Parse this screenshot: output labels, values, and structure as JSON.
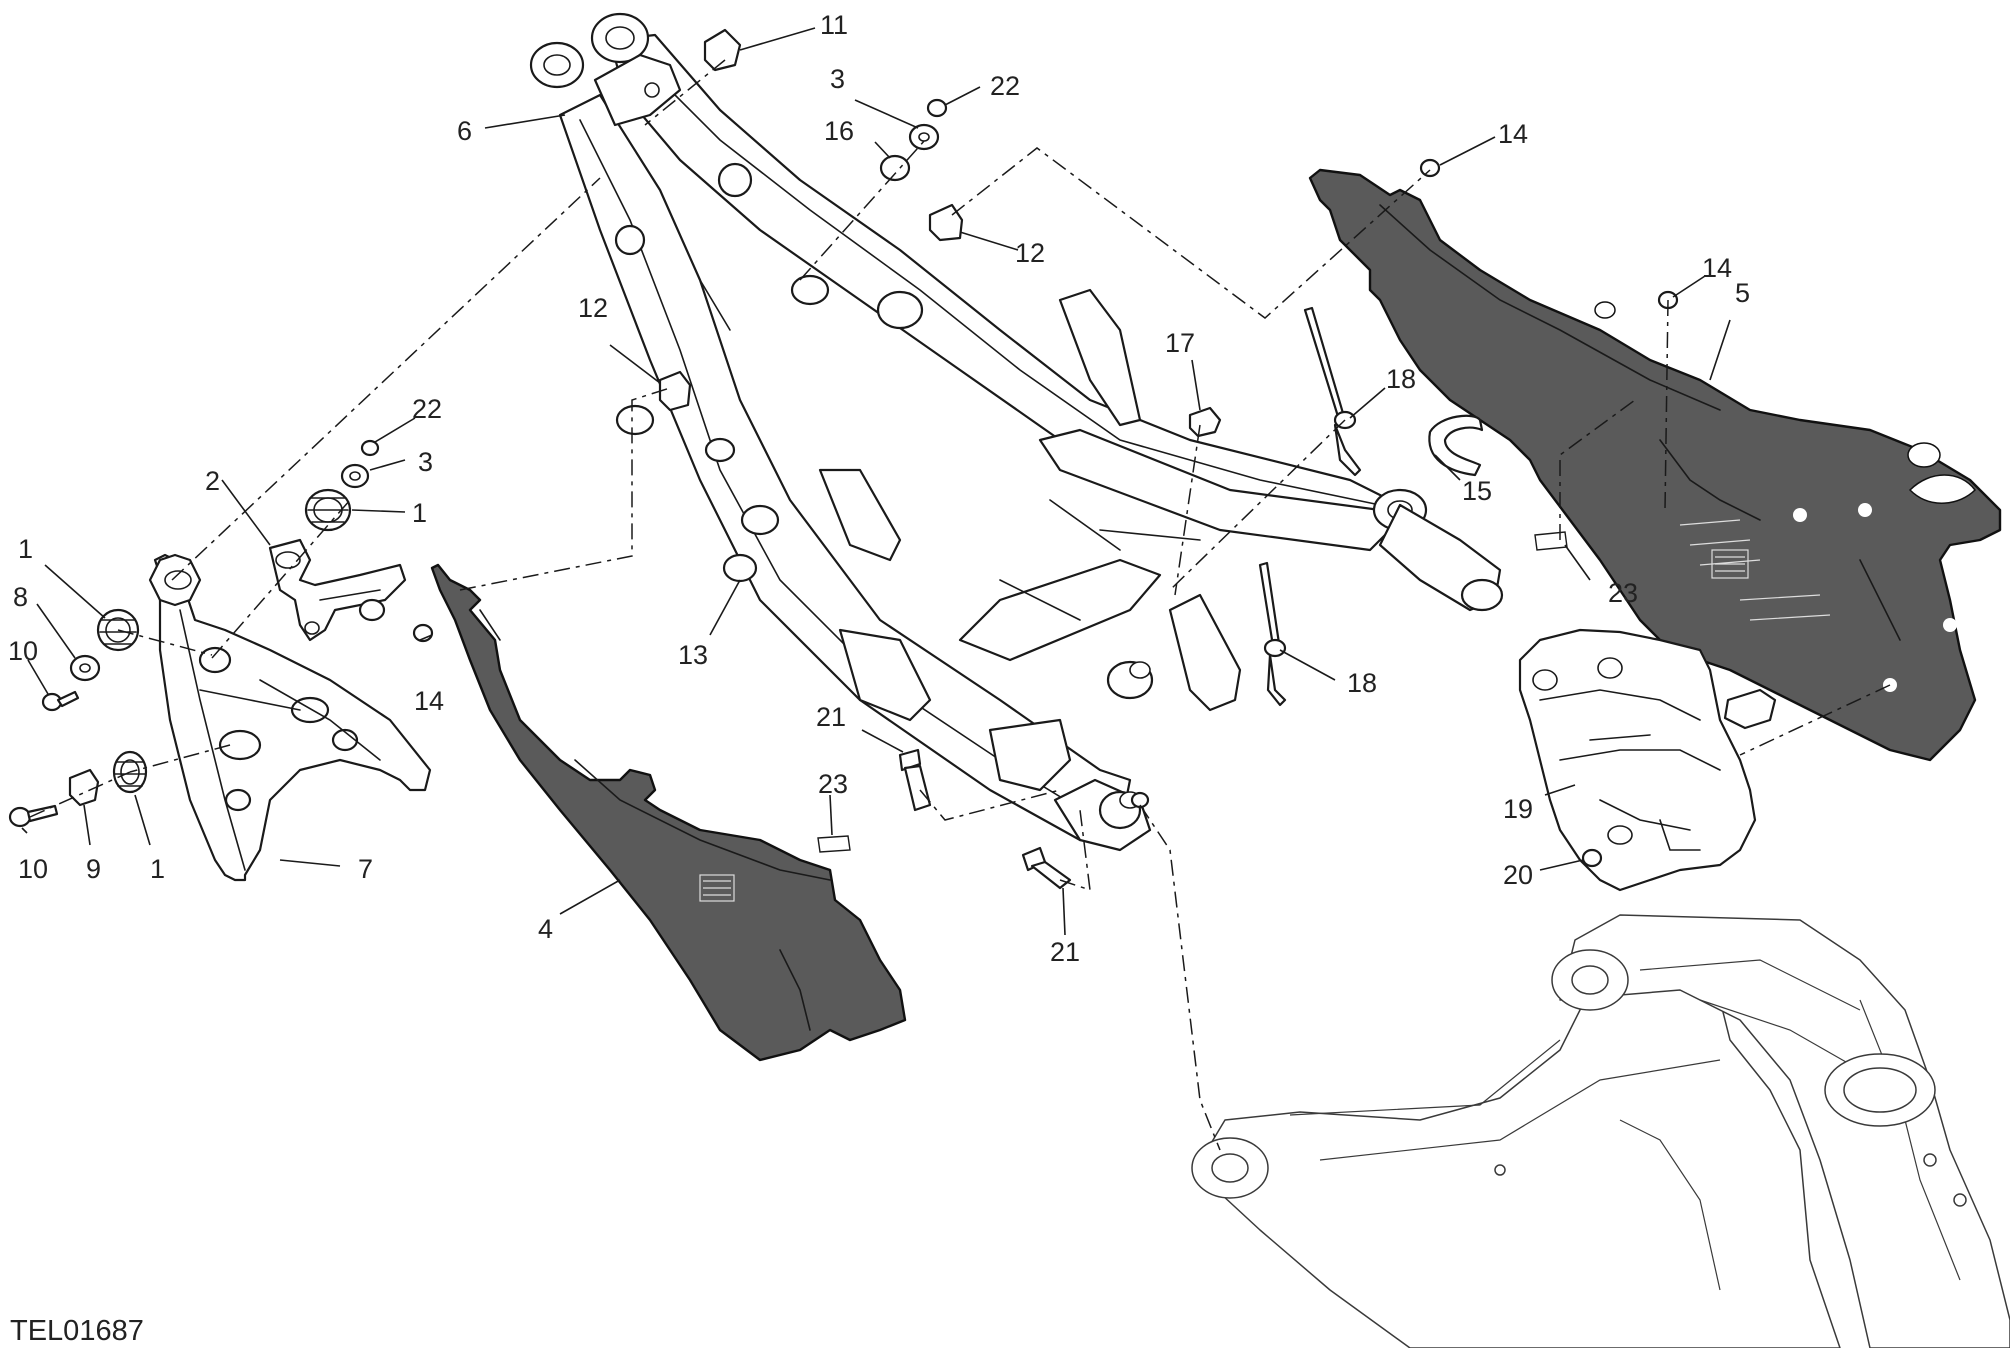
{
  "drawing_code": "TEL01687",
  "callouts": [
    {
      "id": "c1a",
      "text": "1"
    },
    {
      "id": "c1b",
      "text": "1"
    },
    {
      "id": "c1c",
      "text": "1"
    },
    {
      "id": "c2",
      "text": "2"
    },
    {
      "id": "c3a",
      "text": "3"
    },
    {
      "id": "c3b",
      "text": "3"
    },
    {
      "id": "c4",
      "text": "4"
    },
    {
      "id": "c5",
      "text": "5"
    },
    {
      "id": "c6",
      "text": "6"
    },
    {
      "id": "c7",
      "text": "7"
    },
    {
      "id": "c8",
      "text": "8"
    },
    {
      "id": "c9",
      "text": "9"
    },
    {
      "id": "c10a",
      "text": "10"
    },
    {
      "id": "c10b",
      "text": "10"
    },
    {
      "id": "c11",
      "text": "11"
    },
    {
      "id": "c12a",
      "text": "12"
    },
    {
      "id": "c12b",
      "text": "12"
    },
    {
      "id": "c13",
      "text": "13"
    },
    {
      "id": "c14a",
      "text": "14"
    },
    {
      "id": "c14b",
      "text": "14"
    },
    {
      "id": "c14c",
      "text": "14"
    },
    {
      "id": "c15",
      "text": "15"
    },
    {
      "id": "c16",
      "text": "16"
    },
    {
      "id": "c17",
      "text": "17"
    },
    {
      "id": "c18a",
      "text": "18"
    },
    {
      "id": "c18b",
      "text": "18"
    },
    {
      "id": "c19",
      "text": "19"
    },
    {
      "id": "c20",
      "text": "20"
    },
    {
      "id": "c21a",
      "text": "21"
    },
    {
      "id": "c21b",
      "text": "21"
    },
    {
      "id": "c22a",
      "text": "22"
    },
    {
      "id": "c22b",
      "text": "22"
    },
    {
      "id": "c23a",
      "text": "23"
    },
    {
      "id": "c23b",
      "text": "23"
    }
  ],
  "colors": {
    "background": "#ffffff",
    "line": "#1a1a1a",
    "shaded_part": "#5a5a5a",
    "ghost_line": "#3a3a3a"
  }
}
